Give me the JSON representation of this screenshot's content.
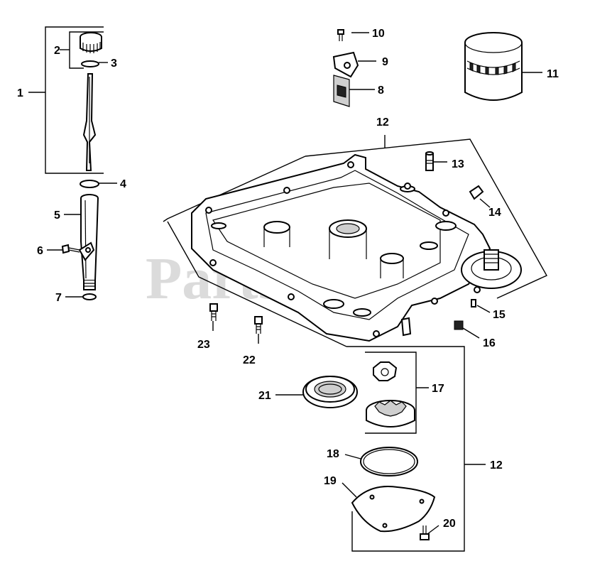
{
  "watermark": "PartsTree",
  "callouts": [
    "1",
    "2",
    "3",
    "4",
    "5",
    "6",
    "7",
    "8",
    "9",
    "10",
    "11",
    "12",
    "12",
    "13",
    "14",
    "15",
    "16",
    "17",
    "18",
    "19",
    "20",
    "21",
    "22",
    "23"
  ],
  "parts": [
    "dipstick-assembly",
    "dipstick-cap",
    "cap-o-ring",
    "tube-o-ring",
    "dipstick-tube",
    "tube-bolt",
    "tube-lower-o-ring",
    "oil-filter-label",
    "plate",
    "screw",
    "oil-filter",
    "oil-pan",
    "oil-pump-cover-assembly",
    "fitting",
    "plug",
    "pipe-plug",
    "plug-small",
    "oil-pump-rotors",
    "o-ring",
    "cover",
    "cover-screw",
    "oil-seal",
    "pan-screw",
    "pan-screw-2"
  ]
}
